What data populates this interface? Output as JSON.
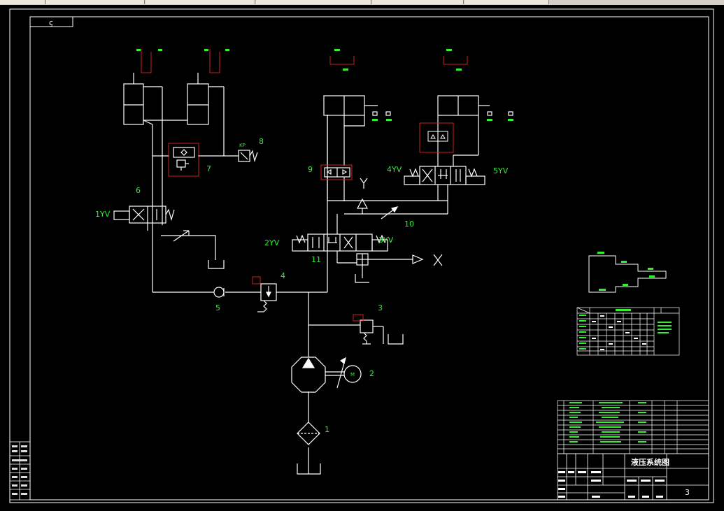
{
  "drawing": {
    "sheet_tag": "ç",
    "sheet_number": "3",
    "title_block_title": "液压系统图",
    "components": {
      "filter": "1",
      "motor_pump": "2",
      "motor_symbol": "M",
      "relief_valve": "3",
      "sequence_valve": "4",
      "check_valve": "5",
      "valve_6": "6",
      "valve_7": "7",
      "pressure_switch": "8",
      "pressure_switch_tag": "KP",
      "valve_9": "9",
      "throttle_10": "10",
      "valve_11": "11"
    },
    "solenoids": {
      "s1": "1YV",
      "s2": "2YV",
      "s3": "3YV",
      "s4": "4YV",
      "s5": "5YV"
    },
    "markers": {
      "y": "Y",
      "x": "X"
    }
  }
}
